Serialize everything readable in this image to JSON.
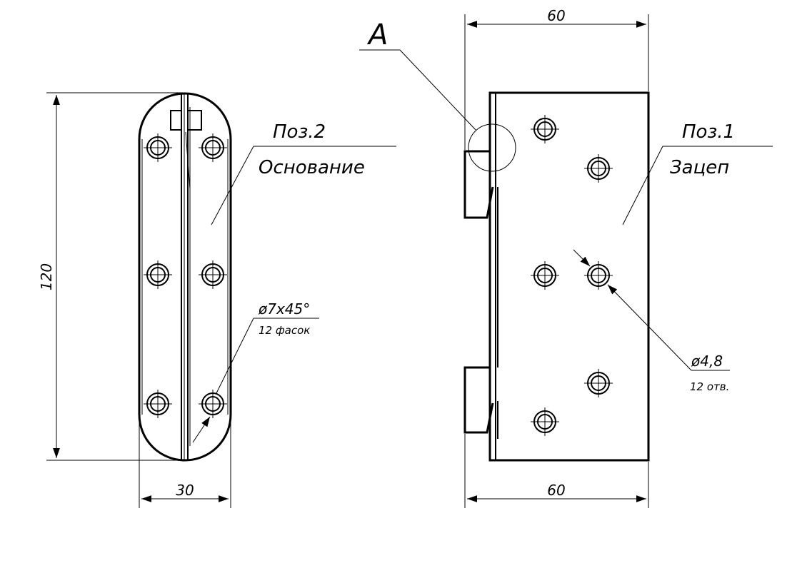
{
  "dimensions": {
    "base_height": "120",
    "base_width": "30",
    "hook_width_top": "60",
    "hook_width_bottom": "60"
  },
  "labels": {
    "view_letter": "A",
    "base_pos": "Поз.2",
    "base_name": "Основание",
    "hook_pos": "Поз.1",
    "hook_name": "Зацеп",
    "chamfer_spec": "ø7x45°",
    "chamfer_count": "12 фасок",
    "hole_spec": "ø4,8",
    "hole_count": "12 отв."
  }
}
